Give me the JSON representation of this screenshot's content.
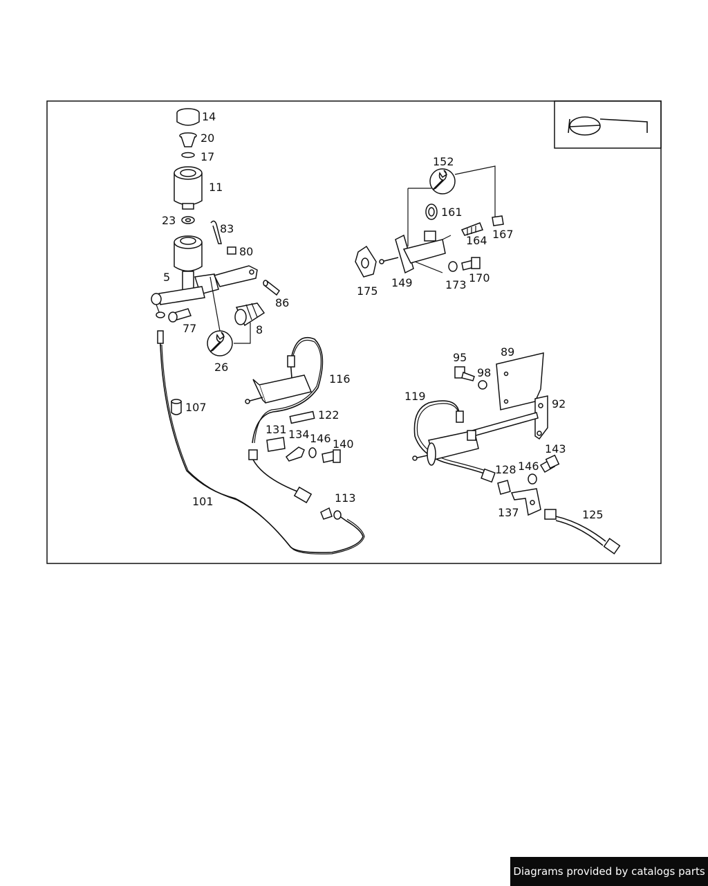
{
  "footer": {
    "credit": "Diagrams provided by catalogs parts"
  },
  "callouts": {
    "c14": "14",
    "c20": "20",
    "c17": "17",
    "c11": "11",
    "c23": "23",
    "c83": "83",
    "c80": "80",
    "c5": "5",
    "c86": "86",
    "c8": "8",
    "c77": "77",
    "c26": "26",
    "c107": "107",
    "c101": "101",
    "c116": "116",
    "c122": "122",
    "c131": "131",
    "c134": "134",
    "c146a": "146",
    "c140": "140",
    "c113": "113",
    "c152": "152",
    "c161": "161",
    "c164": "164",
    "c167": "167",
    "c175": "175",
    "c149": "149",
    "c173": "173",
    "c170": "170",
    "c95": "95",
    "c98": "98",
    "c89": "89",
    "c119": "119",
    "c92": "92",
    "c143": "143",
    "c146b": "146",
    "c128": "128",
    "c137": "137",
    "c125": "125"
  },
  "colors": {
    "line": "#111111",
    "footer_bg": "#0b0b0b",
    "footer_text": "#ffffff"
  }
}
